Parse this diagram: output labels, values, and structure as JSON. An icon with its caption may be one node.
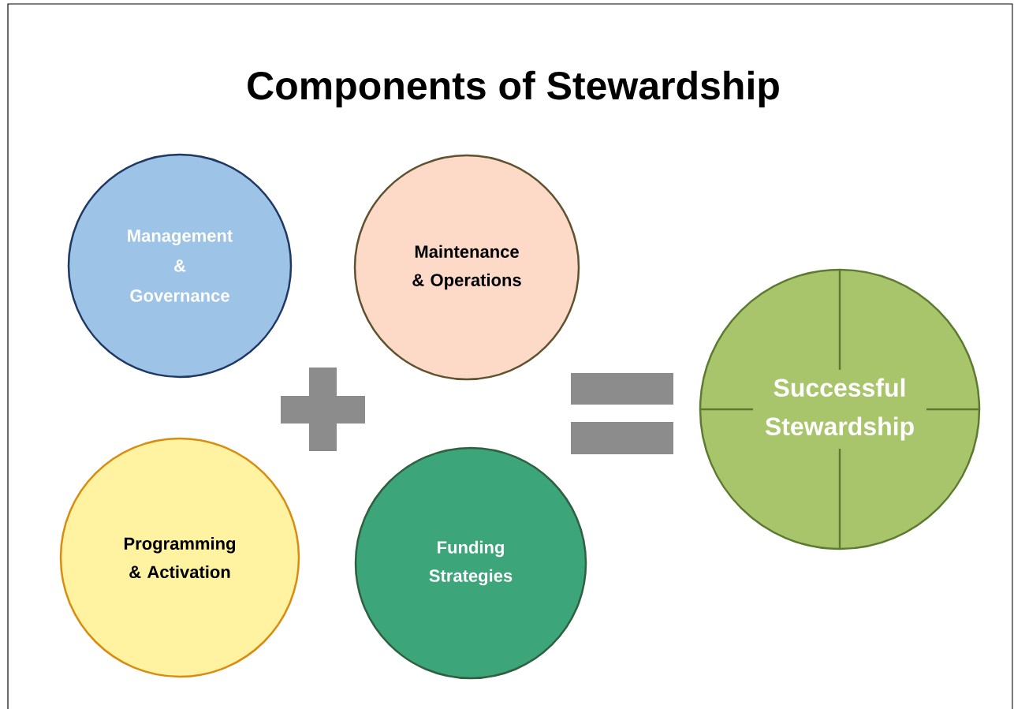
{
  "diagram": {
    "title": "Components of Stewardship",
    "nodes": [
      {
        "text": [
          "Management & Governance"
        ]
      },
      {
        "text": [
          "Maintenance & Operations"
        ]
      },
      {
        "text": [
          "Programming & Activation"
        ]
      },
      {
        "text": [
          "Funding Strategies"
        ]
      },
      {
        "text": [
          "Successful Stewardship"
        ]
      }
    ]
  }
}
